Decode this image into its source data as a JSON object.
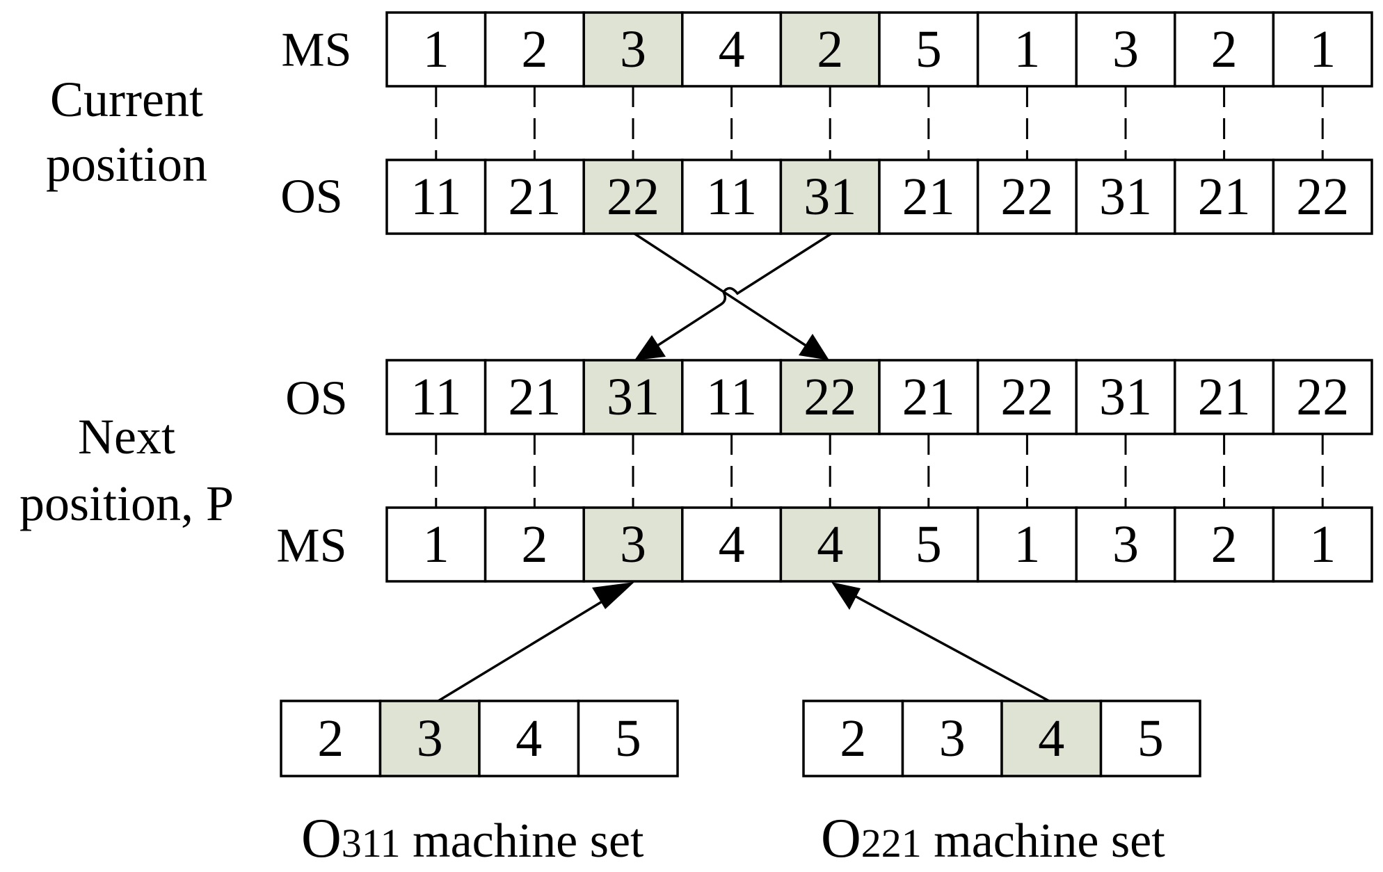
{
  "colors": {
    "highlight": "#dfe3d4",
    "cell_fill": "#ffffff",
    "stroke": "#000000"
  },
  "side_labels": {
    "current": [
      "Current",
      "position"
    ],
    "next": [
      "Next",
      "position, P"
    ]
  },
  "rows": {
    "current_ms": {
      "label": "MS",
      "cells": [
        "1",
        "2",
        "3",
        "4",
        "2",
        "5",
        "1",
        "3",
        "2",
        "1"
      ],
      "highlighted": [
        2,
        4
      ]
    },
    "current_os": {
      "label": "OS",
      "cells": [
        "11",
        "21",
        "22",
        "11",
        "31",
        "21",
        "22",
        "31",
        "21",
        "22"
      ],
      "highlighted": [
        2,
        4
      ]
    },
    "next_os": {
      "label": "OS",
      "cells": [
        "11",
        "21",
        "31",
        "11",
        "22",
        "21",
        "22",
        "31",
        "21",
        "22"
      ],
      "highlighted": [
        2,
        4
      ]
    },
    "next_ms": {
      "label": "MS",
      "cells": [
        "1",
        "2",
        "3",
        "4",
        "4",
        "5",
        "1",
        "3",
        "2",
        "1"
      ],
      "highlighted": [
        2,
        4
      ]
    }
  },
  "machine_sets": [
    {
      "cells": [
        "2",
        "3",
        "4",
        "5"
      ],
      "highlighted": [
        1
      ],
      "caption_letter": "O",
      "caption_sub": "311",
      "caption_rest": " machine set"
    },
    {
      "cells": [
        "2",
        "3",
        "4",
        "5"
      ],
      "highlighted": [
        2
      ],
      "caption_letter": "O",
      "caption_sub": "221",
      "caption_rest": " machine set"
    }
  ]
}
